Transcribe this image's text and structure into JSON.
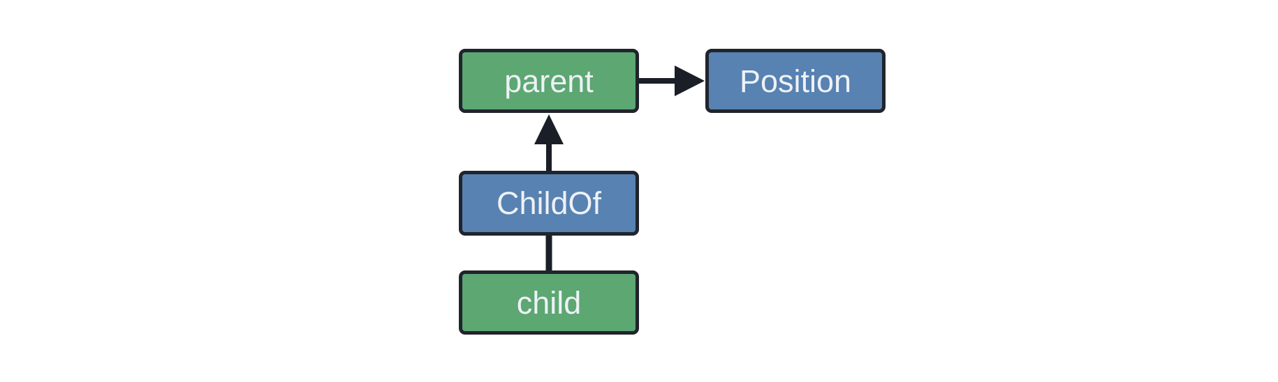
{
  "diagram": {
    "nodes": [
      {
        "id": "parent",
        "label": "parent",
        "fill": "#5ca772"
      },
      {
        "id": "Position",
        "label": "Position",
        "fill": "#5782b2"
      },
      {
        "id": "ChildOf",
        "label": "ChildOf",
        "fill": "#5782b2"
      },
      {
        "id": "child",
        "label": "child",
        "fill": "#5ca772"
      }
    ],
    "edges": [
      {
        "from": "parent",
        "to": "Position",
        "arrowhead": true
      },
      {
        "from": "ChildOf",
        "to": "parent",
        "arrowhead": true
      },
      {
        "from": "child",
        "to": "ChildOf",
        "arrowhead": false
      }
    ],
    "colors": {
      "node_green": "#5ca772",
      "node_blue": "#5782b2",
      "border": "#20242c",
      "edge": "#1a1e26",
      "label_text": "#eef1f6",
      "background": "#ffffff"
    }
  }
}
